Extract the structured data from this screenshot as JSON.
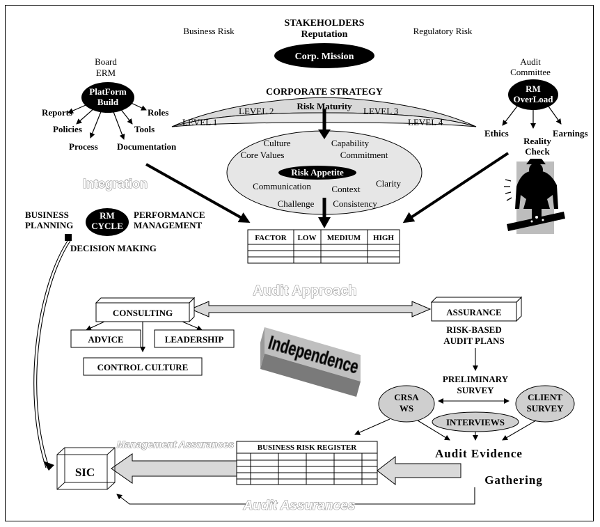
{
  "top": {
    "stakeholders": "STAKEHOLDERS",
    "reputation": "Reputation",
    "business_risk": "Business Risk",
    "regulatory_risk": "Regulatory Risk",
    "corp_mission": "Corp. Mission"
  },
  "board": {
    "line1": "Board",
    "line2": "ERM",
    "hub_line1": "PlatForm",
    "hub_line2": "Build",
    "spokes": [
      "Reports",
      "Policies",
      "Process",
      "Documentation",
      "Tools",
      "Roles"
    ]
  },
  "audit_committee": {
    "line1": "Audit",
    "line2": "Committee",
    "hub_line1": "RM",
    "hub_line2": "OverLoad",
    "ethics": "Ethics",
    "reality1": "Reality",
    "reality2": "Check",
    "earnings": "Earnings"
  },
  "strategy": {
    "title": "CORPORATE STRATEGY",
    "risk_maturity": "Risk Maturity",
    "level1": "LEVEL 1",
    "level2": "LEVEL 2",
    "level3": "LEVEL 3",
    "level4": "LEVEL 4"
  },
  "appetite": {
    "culture": "Culture",
    "capability": "Capability",
    "core_values": "Core Values",
    "commitment": "Commitment",
    "center": "Risk Appetite",
    "communication": "Communication",
    "context": "Context",
    "clarity": "Clarity",
    "challenge": "Challenge",
    "consistency": "Consistency"
  },
  "integration": "Integration",
  "rm_cycle": {
    "line1": "RM",
    "line2": "CYCLE",
    "business1": "BUSINESS",
    "business2": "PLANNING",
    "performance1": "PERFORMANCE",
    "performance2": "MANAGEMENT",
    "decision": "DECISION MAKING"
  },
  "factor_table": {
    "headers": [
      "FACTOR",
      "LOW",
      "MEDIUM",
      "HIGH"
    ]
  },
  "audit_approach": "Audit Approach",
  "consulting": {
    "title": "CONSULTING",
    "advice": "ADVICE",
    "leadership": "LEADERSHIP",
    "control_culture": "CONTROL CULTURE"
  },
  "independence": "Independence",
  "assurance": {
    "title": "ASSURANCE",
    "plans1": "RISK-BASED",
    "plans2": "AUDIT PLANS",
    "prelim1": "PRELIMINARY",
    "prelim2": "SURVEY"
  },
  "survey": {
    "crsa1": "CRSA",
    "crsa2": "WS",
    "client1": "CLIENT",
    "client2": "SURVEY",
    "interviews": "INTERVIEWS"
  },
  "register": {
    "title": "BUSINESS RISK REGISTER"
  },
  "management_assurances": "Management Assurances",
  "audit_evidence1": "Audit Evidence",
  "audit_evidence2": "Gathering",
  "sic": "SIC",
  "audit_assurances": "Audit Assurances",
  "colors": {
    "ink": "#000000",
    "panel": "#d9d9d9",
    "ghost": "#8a8a8a"
  }
}
